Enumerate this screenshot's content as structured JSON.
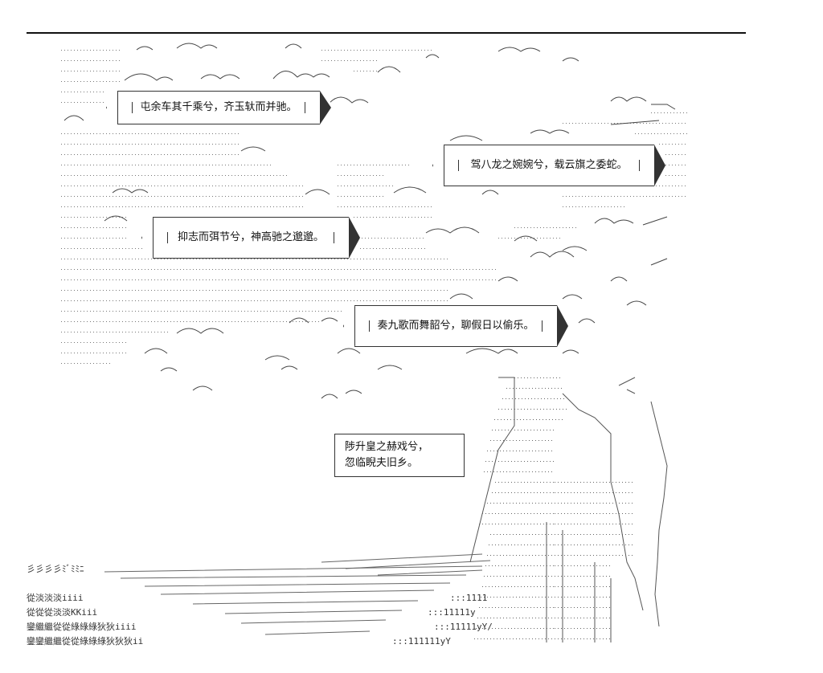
{
  "bubbles": {
    "line1": "屯余车其千乘兮，齐玉轪而并驰。",
    "line2": "驾八龙之婉婉兮，载云旗之委蛇。",
    "line3": "抑志而弭节兮，神高驰之邈邈。",
    "line4": "奏九歌而舞韶兮，聊假日以偷乐。",
    "line5a": "陟升皇之赫戏兮，",
    "line5b": "忽临睨夫旧乡。"
  },
  "art": {
    "ground1": "彡彡彡彡ﾐﾞﾐﾐﾆ",
    "ground2": "從淡淡淡iiii",
    "ground3": "從從從淡淡KKiii",
    "ground4": "鑾繼繼從從綠綠綠狄狄iiii",
    "ground5": "鑾鑾繼繼從從綠綠綠狄狄狄ii",
    "nums1": ":::1111",
    "nums2": ":::11111y",
    "nums3": ":::11111yY/",
    "nums4": ":::111111yY"
  }
}
